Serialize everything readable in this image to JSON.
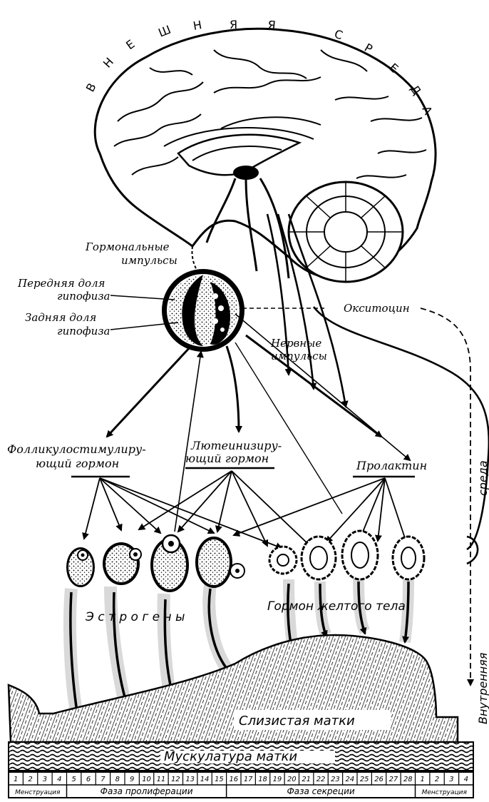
{
  "arc_text": [
    "В",
    "Н",
    "Е",
    "Ш",
    "Н",
    "Я",
    "Я",
    "С",
    "Р",
    "Е",
    "Д",
    "А"
  ],
  "labels": {
    "hormonal_1": "Гормональные",
    "hormonal_2": "импульсы",
    "front_lobe_1": "Передняя доля",
    "front_lobe_2": "гипофиза",
    "back_lobe_1": "Задняя доля",
    "back_lobe_2": "гипофиза",
    "oxytocin": "Окситоцин",
    "nerve_1": "Нервные",
    "nerve_2": "импульсы",
    "fsh_1": "Фолликулостимулиру-",
    "fsh_2": "ющий гормон",
    "lh_1": "Лютеинизиру-",
    "lh_2": "ющий гормон",
    "prolactin": "Пролактин",
    "estrogens": "Э с т р о г е н ы",
    "corpus_luteum": "Гормон желтого тела",
    "mucosa": "Слизистая матки",
    "muscle": "Мускулатура матки",
    "inner_env_1": "Внутренняя",
    "inner_env_2": "среда"
  },
  "days": [
    "1",
    "2",
    "3",
    "4",
    "5",
    "6",
    "7",
    "8",
    "9",
    "10",
    "11",
    "12",
    "13",
    "14",
    "15",
    "16",
    "17",
    "18",
    "19",
    "20",
    "21",
    "22",
    "23",
    "24",
    "25",
    "26",
    "27",
    "28",
    "1",
    "2",
    "3",
    "4"
  ],
  "phases": {
    "menstruation_1": "Менструация",
    "proliferation": "Фаза пролиферации",
    "secretion": "Фаза секреции",
    "menstruation_2": "Менструация"
  }
}
